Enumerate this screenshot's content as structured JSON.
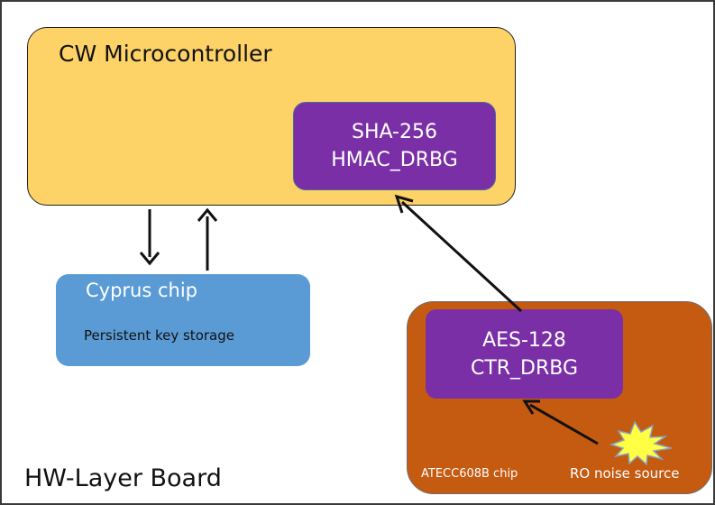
{
  "board": {
    "label": "HW-Layer Board"
  },
  "microcontroller": {
    "title": "CW Microcontroller",
    "block": {
      "line1": "SHA-256",
      "line2": "HMAC_DRBG"
    }
  },
  "cypress": {
    "title": "Cyprus chip",
    "subtitle": "Persistent key storage"
  },
  "atecc": {
    "label": "ATECC608B chip",
    "block": {
      "line1": "AES-128",
      "line2": "CTR_DRBG"
    },
    "noise_label": "RO noise source"
  },
  "colors": {
    "microcontroller": "#fdd267",
    "drbg_block": "#7a2fa6",
    "cypress": "#5b9bd5",
    "atecc": "#c55a11",
    "starburst": "#ffff44"
  }
}
